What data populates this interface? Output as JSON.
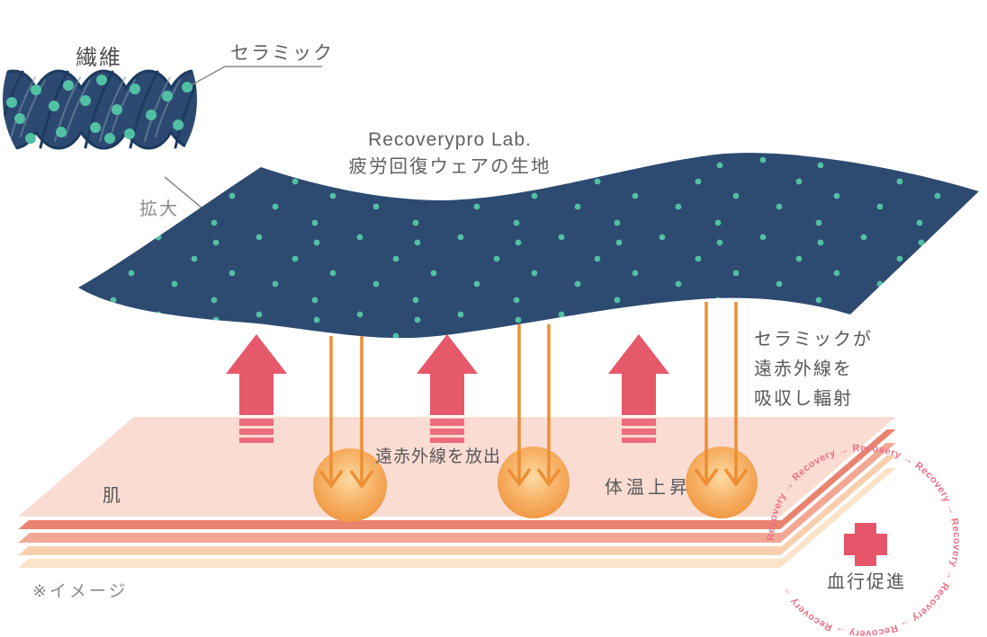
{
  "colors": {
    "fabric_navy": "#2d4a70",
    "rope_navy": "#2c4a71",
    "rope_outline": "#1d3a5f",
    "rope_streak": "#7f95ac",
    "particle_teal": "#52c0a4",
    "arrow_red": "#e5596a",
    "arrow_red_light": "#ec6d7c",
    "arrow_orange": "#ee8e33",
    "heat_center": "#fcdaa4",
    "heat_mid": "#f7b267",
    "heat_edge": "#ef953d",
    "skin_face": "#fbdcd3",
    "skin_layer1": "#e9826f",
    "skin_layer2": "#f2a795",
    "skin_layer3": "#f8cfae",
    "skin_layer4": "#fbe3c9",
    "cross_red": "#e7556b",
    "recovery_pink": "#ec7086",
    "label_gray": "#585858",
    "leader_gray": "#8a8a8a"
  },
  "magnifier": {
    "fiber_label": "繊維",
    "ceramic_label": "セラミック",
    "zoom_label": "拡大"
  },
  "fabric": {
    "brand": "Recoverypro Lab.",
    "caption": "疲労回復ウェアの生地"
  },
  "labels": {
    "emit": "遠赤外線を放出",
    "body_temp": "体温上昇",
    "absorb_line1": "セラミックが",
    "absorb_line2": "遠赤外線を",
    "absorb_line3": "吸収し輻射",
    "skin": "肌",
    "note": "※イメージ",
    "circulation": "血行促進"
  },
  "recovery_ring": {
    "text": "Recovery → Recovery → Recovery → Recovery → Recovery → Recovery → Recovery → Recovery → "
  }
}
